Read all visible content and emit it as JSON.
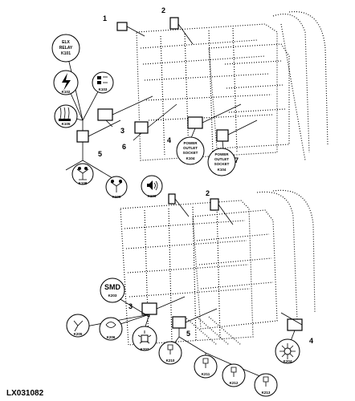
{
  "figure_ref": "LX031082",
  "callouts": [
    "1",
    "2",
    "3",
    "4",
    "5",
    "6",
    "7"
  ],
  "upper": {
    "elx_relay": [
      "ELX",
      "RELAY",
      "K101"
    ],
    "k102": "K102",
    "k103": "K103",
    "k105": "K105",
    "k106": "K106",
    "k108": "K108",
    "k109": "K109",
    "socket_left": [
      "POWER",
      "OUTLET",
      "SOCKET",
      "K104"
    ],
    "socket_right": [
      "POWER",
      "OUTLET",
      "SOCKET",
      "K104"
    ]
  },
  "lower": {
    "smd": [
      "SMD",
      "K203"
    ],
    "k205": "K205",
    "k206": "K206",
    "k207": "K207",
    "k210": "K210",
    "k211": "K211",
    "k212": "K212",
    "k213": "K213",
    "k204": "K204"
  }
}
